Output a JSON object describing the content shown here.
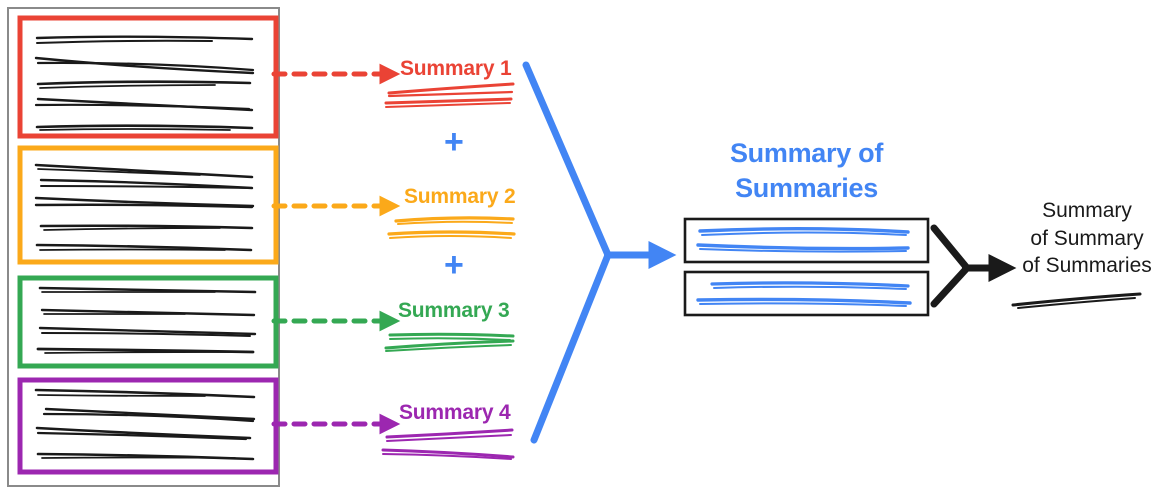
{
  "diagram": {
    "title": "Hierarchical summarization pipeline",
    "type": "flow-diagram",
    "colors": {
      "red": "#EA4335",
      "orange": "#FBA91A",
      "green": "#34A853",
      "purple": "#9C27B0",
      "blue": "#4285F4",
      "black": "#1a1a1a",
      "gray_border": "#888888"
    },
    "source_documents": {
      "container_label": "document-collection",
      "groups": [
        {
          "id": "group-1",
          "color_name": "red",
          "color": "#EA4335",
          "line_count": 5
        },
        {
          "id": "group-2",
          "color_name": "orange",
          "color": "#FBA91A",
          "line_count": 5
        },
        {
          "id": "group-3",
          "color_name": "green",
          "color": "#34A853",
          "line_count": 4
        },
        {
          "id": "group-4",
          "color_name": "purple",
          "color": "#9C27B0",
          "line_count": 4
        }
      ]
    },
    "summaries": [
      {
        "label": "Summary 1",
        "color": "#EA4335",
        "color_name": "red",
        "line_count": 2
      },
      {
        "label": "Summary 2",
        "color": "#FBA91A",
        "color_name": "orange",
        "line_count": 2
      },
      {
        "label": "Summary 3",
        "color": "#34A853",
        "color_name": "green",
        "line_count": 2
      },
      {
        "label": "Summary 4",
        "color": "#9C27B0",
        "color_name": "purple",
        "line_count": 2
      }
    ],
    "operators": [
      {
        "symbol": "+",
        "color": "#4285F4"
      },
      {
        "symbol": "+",
        "color": "#4285F4"
      }
    ],
    "summary_of_summaries": {
      "title_line_1": "Summary of",
      "title_line_2": "Summaries",
      "color": "#4285F4",
      "boxes": [
        {
          "id": "sos-box-1",
          "line_count": 2
        },
        {
          "id": "sos-box-2",
          "line_count": 2
        }
      ]
    },
    "final_output": {
      "title_line_1": "Summary",
      "title_line_2": "of Summary",
      "title_line_3": "of Summaries",
      "color": "#1a1a1a",
      "line_count": 1
    },
    "connectors": {
      "dashed_arrows": 4,
      "blue_funnel_label": "merge-summaries",
      "black_funnel_label": "merge-summary-of-summaries"
    }
  }
}
